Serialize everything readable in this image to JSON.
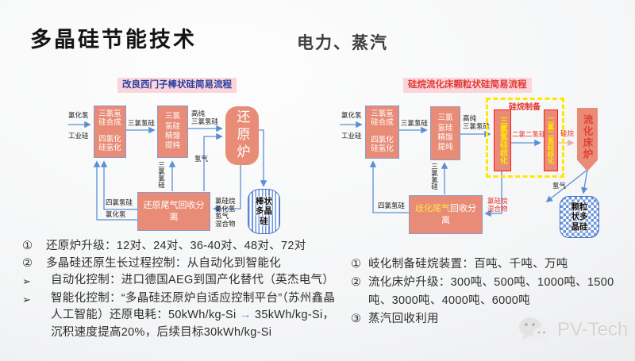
{
  "slide": {
    "title": "多晶硅节能技术",
    "subtitle": "电力、蒸汽"
  },
  "colors": {
    "box_salmon": "#E98C77",
    "box_border_blue": "#8A9BC4",
    "arrow_blue": "#5B8FD4",
    "badge_pink_bg": "#FBD5DB",
    "left_header_text": "#2B3F9E",
    "right_header_text": "#E03A34",
    "highlight_red": "#E3342C",
    "dashed_yellow": "#FFE800",
    "box_yellow_text": "#FFE800",
    "stripe_blue": "#6C96DC",
    "product_border_blue": "#4472C4"
  },
  "left_diagram": {
    "header": "改良西门子棒状硅简易流程",
    "feed_top": "氯化氢",
    "feed_bottom": "工业硅",
    "box_synthesis_top": "三氯氢硅合成",
    "box_synthesis_bottom": "四氯化硅氢化",
    "label_tcs": "三氯氢硅",
    "box_distill": "三氯氢硅精馏提纯",
    "label_pure_tcs": [
      "高纯",
      "三氯氢硅"
    ],
    "label_h2": "氢气",
    "box_reduction": "还原炉",
    "label_tcs_vertical": "三氯氢硅",
    "box_tailgas": "还原尾气回收分离",
    "label_recycle_stc": "四氯氢硅",
    "label_recycle_hcl": "氯化氢",
    "label_offgas_mixture": [
      "氯硅烷",
      "氯化氢",
      "氢气",
      "混合物"
    ],
    "product": [
      "棒状",
      "多晶",
      "硅"
    ]
  },
  "right_diagram": {
    "header": "硅烷流化床颗粒状硅简易流程",
    "feed_top": "氯化氢",
    "feed_bottom": "工业硅",
    "box_synthesis_top": "三氯氢硅合成",
    "box_synthesis_bottom": "四氯化硅氢化",
    "label_tcs": "三氯氢硅",
    "box_distill": "三氯氢硅精馏提纯",
    "label_pure_tcs": [
      "高纯",
      "三氯氢硅"
    ],
    "silane_prep": "硅烷制备",
    "box_tcs_disprop": "三氯氢硅歧化",
    "label_dcs": "二氯二氢硅",
    "box_dcs_disprop": "二氯二氢硅歧化",
    "label_silane": "硅烷",
    "box_fbr": "流化床炉",
    "label_h2": "氢气",
    "label_tcs_vertical": "三氯氢硅",
    "box_tailgas_part1": "歧化尾气",
    "box_tailgas_part2": "回收分离",
    "label_recycle_stc": "四氯氢硅",
    "label_mixture": [
      "氯硅烷",
      "混合物"
    ],
    "product": [
      "颗粒",
      "状多",
      "晶硅"
    ]
  },
  "left_notes": {
    "item1_bullet": "①",
    "item1_text": "还原炉升级：12对、24对、36-40对、48对、72对",
    "item2_bullet": "②",
    "item2_text": "多晶硅还原生长过程控制：从自动化到智能化",
    "item3_bullet": "➢",
    "item3_text": "自动化控制：进口德国AEG到国产化替代（英杰电气）",
    "item4_bullet": "➢",
    "item4_pre": "智能化控制：“多晶硅还原炉自适应控制平台”（苏州鑫晶人工智能）还原电耗：50kWh/kg-Si ",
    "item4_arrow": "→",
    "item4_post": " 35kWh/kg-Si，沉积速度提高20%，后续目标30kWh/kg-Si"
  },
  "right_notes": {
    "item1_bullet": "①",
    "item1_text": "岐化制备硅烷装置：百吨、千吨、万吨",
    "item2_bullet": "②",
    "item2_text": "流化床炉升级：300吨、500吨、1000吨、1500吨、3000吨、4000吨、6000吨",
    "item3_bullet": "③",
    "item3_text": "蒸汽回收利用"
  },
  "logo": {
    "text": "PV-Tech",
    "icon": "wechat-icon"
  }
}
